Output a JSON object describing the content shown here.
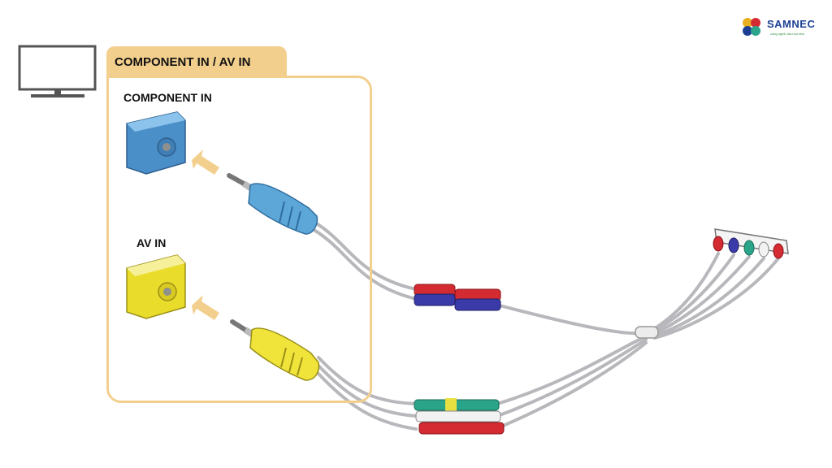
{
  "panel": {
    "title": "COMPONENT IN / AV IN",
    "component_label": "COMPONENT IN",
    "av_label": "AV IN"
  },
  "logo": {
    "name": "SAMNEC",
    "tagline": "công nghệ của mọi nhà"
  },
  "colors": {
    "panel_border": "#f3cf8e",
    "component_jack": "#5da7d8",
    "av_jack": "#f0e33a",
    "rca_red": "#d42a32",
    "rca_blue": "#3a3aa8",
    "rca_green": "#2aa58a",
    "rca_white": "#f2f2f2",
    "rca_yellow": "#e8e040",
    "arrow": "#f3cf8e"
  },
  "icons": [
    "tv-icon",
    "component-port-icon",
    "av-port-icon",
    "arrow-icon",
    "samnec-logo-icon"
  ]
}
